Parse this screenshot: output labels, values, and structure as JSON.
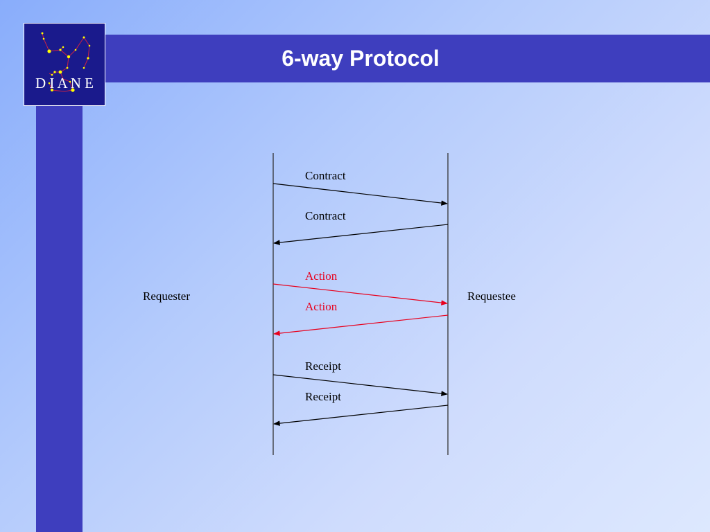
{
  "slide": {
    "title": "6-way Protocol"
  },
  "logo": {
    "text": "D I A N E",
    "colors": {
      "background": "#1a1a8c",
      "stars": "#ffff00",
      "lines": "#cc2244",
      "text": "#ffffff"
    }
  },
  "diagram": {
    "left_party": "Requester",
    "right_party": "Requestee",
    "messages": [
      {
        "label": "Contract",
        "direction": "to-requestee",
        "color": "#000000"
      },
      {
        "label": "Contract",
        "direction": "to-requester",
        "color": "#000000"
      },
      {
        "label": "Action",
        "direction": "to-requestee",
        "color": "#e8001c"
      },
      {
        "label": "Action",
        "direction": "to-requester",
        "color": "#e8001c"
      },
      {
        "label": "Receipt",
        "direction": "to-requestee",
        "color": "#000000"
      },
      {
        "label": "Receipt",
        "direction": "to-requester",
        "color": "#000000"
      }
    ]
  },
  "colors": {
    "band": "#3e3ebe",
    "title_text": "#ffffff",
    "lifeline": "#333333"
  }
}
